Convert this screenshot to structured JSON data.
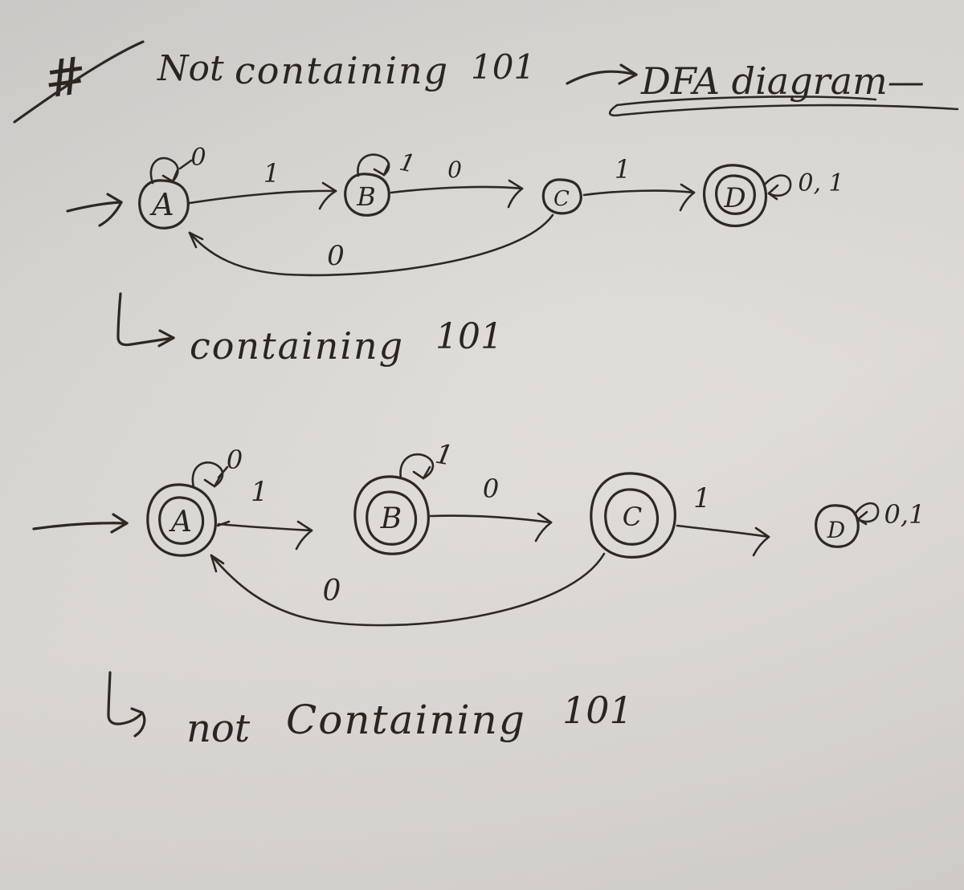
{
  "meta": {
    "ink_color": "#2e2822",
    "paper_color": "#d8d6d2"
  },
  "title": {
    "hash": "#",
    "word1": "Not",
    "word2": "containing",
    "number": "101",
    "dfa_label": "DFA diagram—"
  },
  "dfa_top": {
    "description": "DFA accepting strings containing 101",
    "start_state": "A",
    "accepting_states": [
      "D"
    ],
    "states": [
      {
        "label": "A",
        "accepting": false,
        "start": true
      },
      {
        "label": "B",
        "accepting": false
      },
      {
        "label": "C",
        "accepting": false
      },
      {
        "label": "D",
        "accepting": true
      }
    ],
    "edges": [
      {
        "from": "A",
        "to": "A",
        "label": "0"
      },
      {
        "from": "A",
        "to": "B",
        "label": "1"
      },
      {
        "from": "B",
        "to": "B",
        "label": "1"
      },
      {
        "from": "B",
        "to": "C",
        "label": "0"
      },
      {
        "from": "C",
        "to": "D",
        "label": "1"
      },
      {
        "from": "C",
        "to": "A",
        "label": "0"
      },
      {
        "from": "D",
        "to": "D",
        "label": "0, 1"
      }
    ],
    "caption": {
      "word": "containing",
      "number": "101"
    }
  },
  "dfa_bottom": {
    "description": "DFA accepting strings not containing 101",
    "start_state": "A",
    "accepting_states": [
      "A",
      "B",
      "C"
    ],
    "states": [
      {
        "label": "A",
        "accepting": true,
        "start": true
      },
      {
        "label": "B",
        "accepting": true
      },
      {
        "label": "C",
        "accepting": true
      },
      {
        "label": "D",
        "accepting": false
      }
    ],
    "edges": [
      {
        "from": "A",
        "to": "A",
        "label": "0"
      },
      {
        "from": "A",
        "to": "B",
        "label": "1"
      },
      {
        "from": "B",
        "to": "B",
        "label": "1"
      },
      {
        "from": "B",
        "to": "C",
        "label": "0"
      },
      {
        "from": "C",
        "to": "D",
        "label": "1"
      },
      {
        "from": "C",
        "to": "A",
        "label": "0"
      },
      {
        "from": "D",
        "to": "D",
        "label": "0,1"
      }
    ],
    "caption": {
      "prefix": "not",
      "word": "Containing",
      "number": "101"
    }
  }
}
